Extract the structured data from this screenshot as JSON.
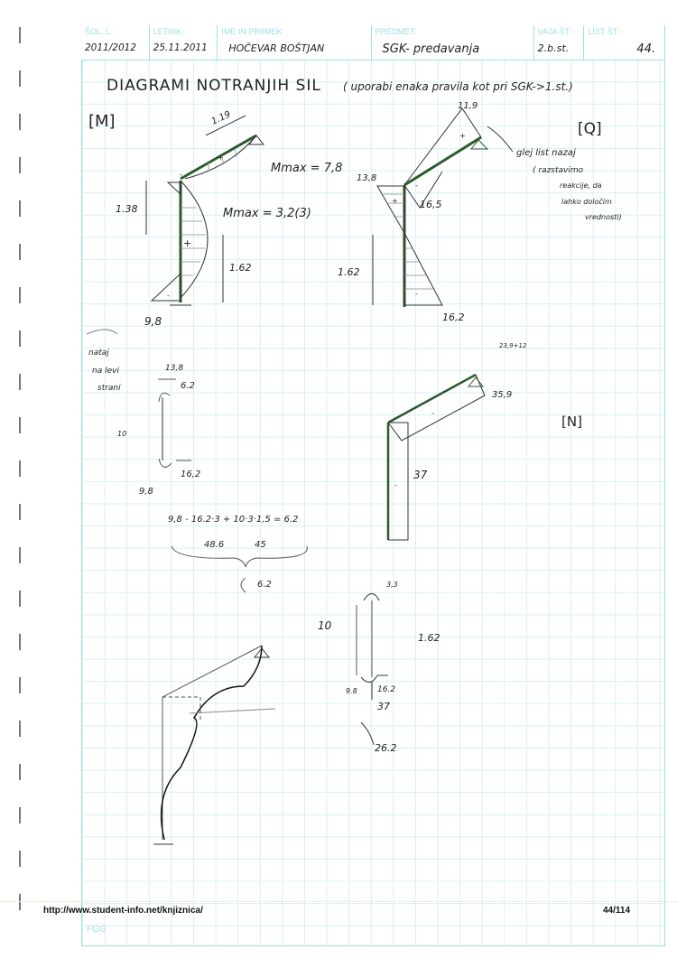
{
  "header": {
    "fields": [
      {
        "label": "ŠOL. L.:",
        "value": "2011/2012"
      },
      {
        "label": "LETNIK:",
        "value": "25.11.2011"
      },
      {
        "label": "IME IN PRIIMEK:",
        "value": "HOČEVAR BOŠTJAN"
      },
      {
        "label": "PREDMET:",
        "value": "SGK- predavanja"
      },
      {
        "label": "VAJA ŠT.:",
        "value": "2.b.st."
      },
      {
        "label": "LIST ŠT.:",
        "value": "44."
      }
    ]
  },
  "title": "DIAGRAMI NOTRANJIH SIL",
  "title_note": "( uporabi enaka pravila kot pri SGK->1.st.)",
  "moment_diagram": {
    "label": "[M]",
    "beam_length": "1.19",
    "mmax_beam": "Mmax = 7,8",
    "mmax_column": "Mmax = 3,2(3)",
    "dim_upper": "1.38",
    "dim_lower": "1.62",
    "base_value": "9,8",
    "sign_beam": "+",
    "sign_joint": "-",
    "sign_column": "+",
    "sign_base": "-"
  },
  "shear_diagram": {
    "label": "[Q]",
    "top_value": "11,9",
    "joint_left": "13,8",
    "joint_right": "16,5",
    "base_value": "16,2",
    "dim": "1.62",
    "note_lines": [
      "glej list nazaj",
      "( razstavimo",
      "reakcije, da",
      "lahko določim",
      "vrednosti)"
    ],
    "sign_beam_top": "+",
    "sign_beam_bottom": "-",
    "sign_col_top": "+",
    "sign_col_bottom": "-"
  },
  "free_body_1": {
    "note_lines": [
      "nataj",
      "na levi",
      "strani"
    ],
    "top_force": "13,8",
    "top_moment": "6.2",
    "load": "10",
    "bottom_force": "16,2",
    "bottom_moment": "9,8",
    "equation": "9,8 - 16.2·3 + 10·3·1,5 = 6.2",
    "sub_a": "48.6",
    "sub_b": "45",
    "result": "6.2"
  },
  "normal_diagram": {
    "label": "[N]",
    "calc": "23,9+12",
    "beam_value": "35,9",
    "column_value": "37",
    "sign_beam": "-",
    "sign_column": "-"
  },
  "free_body_2": {
    "top_moment": "3,3",
    "load": "10",
    "dim": "1.62",
    "bottom_moment": "9.8",
    "bottom_shear": "16.2",
    "axial": "37",
    "reaction": "26.2"
  },
  "footer": {
    "url": "http://www.student-info.net/knjiznica/",
    "page": "44/114",
    "faculty": "FGG"
  }
}
